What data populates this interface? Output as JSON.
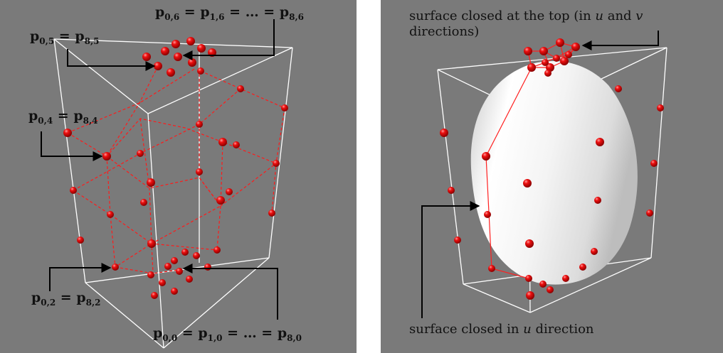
{
  "left_panel": {
    "labels": [
      {
        "terms": [
          {
            "sym": "p",
            "sub": "0,6"
          },
          {
            "sym": "p",
            "sub": "1,6"
          },
          {
            "sym": "…"
          },
          {
            "sym": "p",
            "sub": "8,6"
          }
        ]
      },
      {
        "terms": [
          {
            "sym": "p",
            "sub": "0,5"
          },
          {
            "sym": "p",
            "sub": "8,5"
          }
        ]
      },
      {
        "terms": [
          {
            "sym": "p",
            "sub": "0,4"
          },
          {
            "sym": "p",
            "sub": "8,4"
          }
        ]
      },
      {
        "terms": [
          {
            "sym": "p",
            "sub": "0,2"
          },
          {
            "sym": "p",
            "sub": "8,2"
          }
        ]
      },
      {
        "terms": [
          {
            "sym": "p",
            "sub": "0,0"
          },
          {
            "sym": "p",
            "sub": "1,0"
          },
          {
            "sym": "…"
          },
          {
            "sym": "p",
            "sub": "8,0"
          }
        ]
      }
    ]
  },
  "right_panel": {
    "top_label": {
      "pre": "surface closed at the top (in ",
      "u": "u",
      "mid": " and ",
      "v": "v",
      "line2": "directions)"
    },
    "bottom_label": {
      "pre": "surface closed in ",
      "u": "u",
      "post": " direction"
    }
  },
  "colors": {
    "background": "#7a7a7a",
    "box_edge": "#ffffff",
    "control_point": "#e00000",
    "control_net": "#ff1a1a",
    "surface": "#f2f2f2",
    "arrow": "#000000"
  }
}
